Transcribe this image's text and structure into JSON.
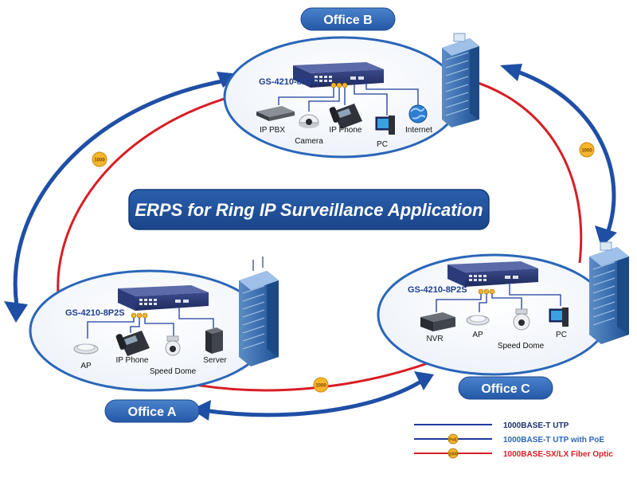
{
  "title": "ERPS for Ring IP Surveillance Application",
  "switch_model": "GS-4210-8P2S",
  "fiber_badge": "1000",
  "poe_badge": "PoE",
  "colors": {
    "ring_red": "#d81e26",
    "ring_blue": "#1f4fa5",
    "uplink_blue": "#1c3c9a",
    "pill_blue": "#2f66b6",
    "title_bg": "#1f4f9b",
    "badge_orange": "#f7b52b"
  },
  "offices": {
    "B": {
      "label": "Office B",
      "devices": [
        {
          "label": "IP PBX",
          "icon": "ip-pbx-icon"
        },
        {
          "label": "Camera",
          "icon": "camera-icon"
        },
        {
          "label": "IP Phone",
          "icon": "ip-phone-icon"
        },
        {
          "label": "PC",
          "icon": "pc-icon"
        },
        {
          "label": "Internet",
          "icon": "internet-icon"
        }
      ]
    },
    "A": {
      "label": "Office A",
      "devices": [
        {
          "label": "AP",
          "icon": "ap-icon"
        },
        {
          "label": "IP Phone",
          "icon": "ip-phone-icon"
        },
        {
          "label": "Speed Dome",
          "icon": "speed-dome-icon"
        },
        {
          "label": "Server",
          "icon": "server-icon"
        }
      ]
    },
    "C": {
      "label": "Office C",
      "devices": [
        {
          "label": "NVR",
          "icon": "nvr-icon"
        },
        {
          "label": "AP",
          "icon": "ap-icon"
        },
        {
          "label": "Speed Dome",
          "icon": "speed-dome-icon"
        },
        {
          "label": "PC",
          "icon": "pc-icon"
        }
      ]
    }
  },
  "legend": [
    {
      "label": "1000BASE-T UTP",
      "color": "#1c3c9a",
      "badge": ""
    },
    {
      "label": "1000BASE-T UTP with PoE",
      "color": "#1c3c9a",
      "badge": "PoE"
    },
    {
      "label": "1000BASE-SX/LX Fiber Optic",
      "color": "#d81e26",
      "badge": "1000"
    }
  ]
}
